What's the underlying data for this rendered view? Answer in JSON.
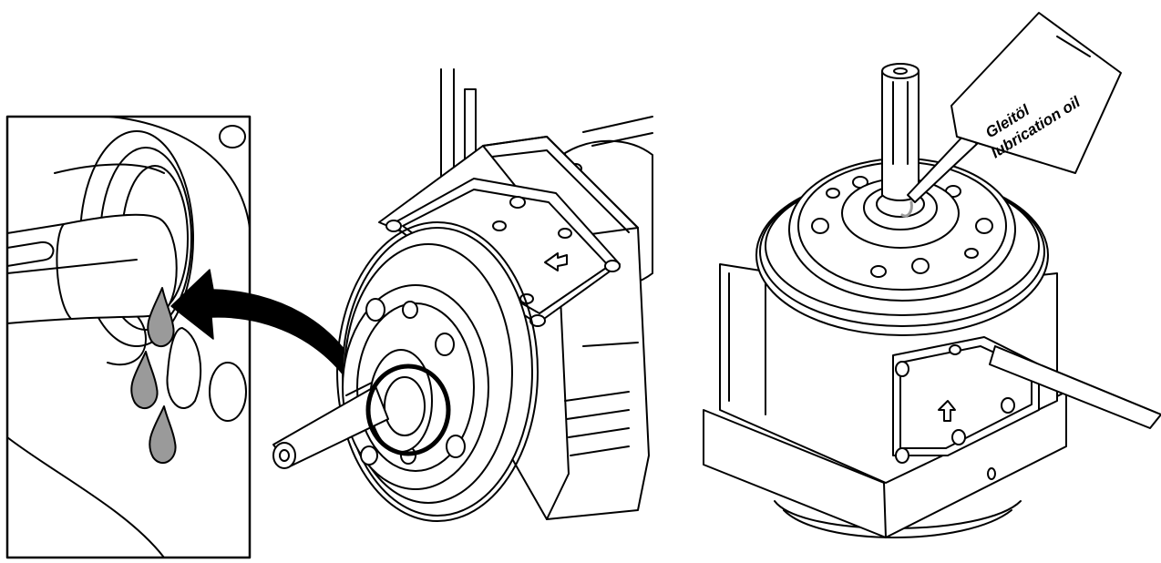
{
  "figure": {
    "panels": [
      {
        "id": "detail-view"
      },
      {
        "id": "horizontal-gearbox"
      },
      {
        "id": "vertical-gearbox"
      }
    ],
    "oil_bottle": {
      "label_line1": "Gleitöl",
      "label_line2": "lubrication oil"
    },
    "colors": {
      "line": "#000000",
      "oil": "#9a9a9a",
      "background": "#ffffff"
    },
    "icons": [
      "oil-drop-icon",
      "curved-arrow-icon",
      "direction-arrow-icon"
    ]
  }
}
